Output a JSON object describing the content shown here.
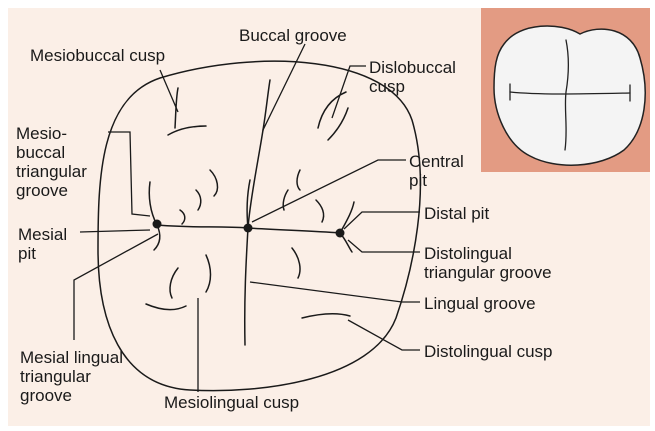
{
  "labels": {
    "mesiobuccal_cusp": "Mesiobuccal cusp",
    "buccal_groove": "Buccal groove",
    "distobuccal_cusp": "Dislobuccal\ncusp",
    "mesiobuccal_triangular_groove": "Mesio-\nbuccal\ntriangular\ngroove",
    "central_pit": "Central\npit",
    "distal_pit": "Distal pit",
    "mesial_pit": "Mesial\npit",
    "distolingual_triangular_groove": "Distolingual\ntriangular groove",
    "lingual_groove": "Lingual groove",
    "mesial_lingual_triangular_groove": "Mesial lingual\ntriangular\ngroove",
    "distolingual_cusp": "Distolingual cusp",
    "mesiolingual_cusp": "Mesiolingual cusp"
  },
  "colors": {
    "panel_background": "#fbefe7",
    "inset_background": "#e39b83",
    "line": "#1a1a1a"
  }
}
